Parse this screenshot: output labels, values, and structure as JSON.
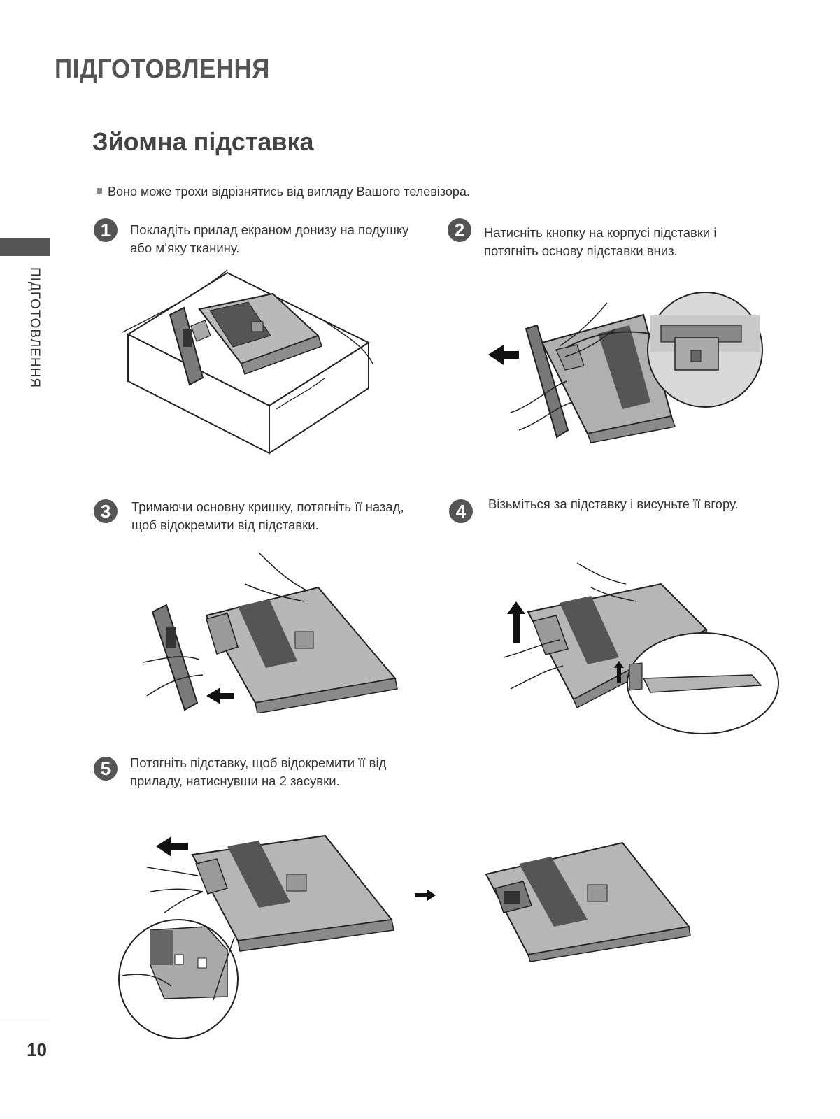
{
  "header": {
    "title": "ПІДГОТОВЛЕННЯ"
  },
  "sidebar": {
    "label": "ПІДГОТОВЛЕННЯ"
  },
  "section": {
    "title": "Зйомна підставка"
  },
  "note": "Воно може трохи відрізнятись від вигляду Вашого телевізора.",
  "steps": [
    {
      "num": "1",
      "text": "Покладіть прилад екраном донизу на подушку або м’яку тканину."
    },
    {
      "num": "2",
      "text": "Натисніть кнопку на корпусі підставки і потягніть основу підставки вниз."
    },
    {
      "num": "3",
      "text": "Тримаючи основну кришку, потягніть її назад, щоб відокремити від підставки."
    },
    {
      "num": "4",
      "text": "Візьміться за підставку і висуньте її вгору."
    },
    {
      "num": "5",
      "text": "Потягніть підставку, щоб відокремити її від приладу, натиснувши на 2 засувки."
    }
  ],
  "page": {
    "number": "10"
  }
}
